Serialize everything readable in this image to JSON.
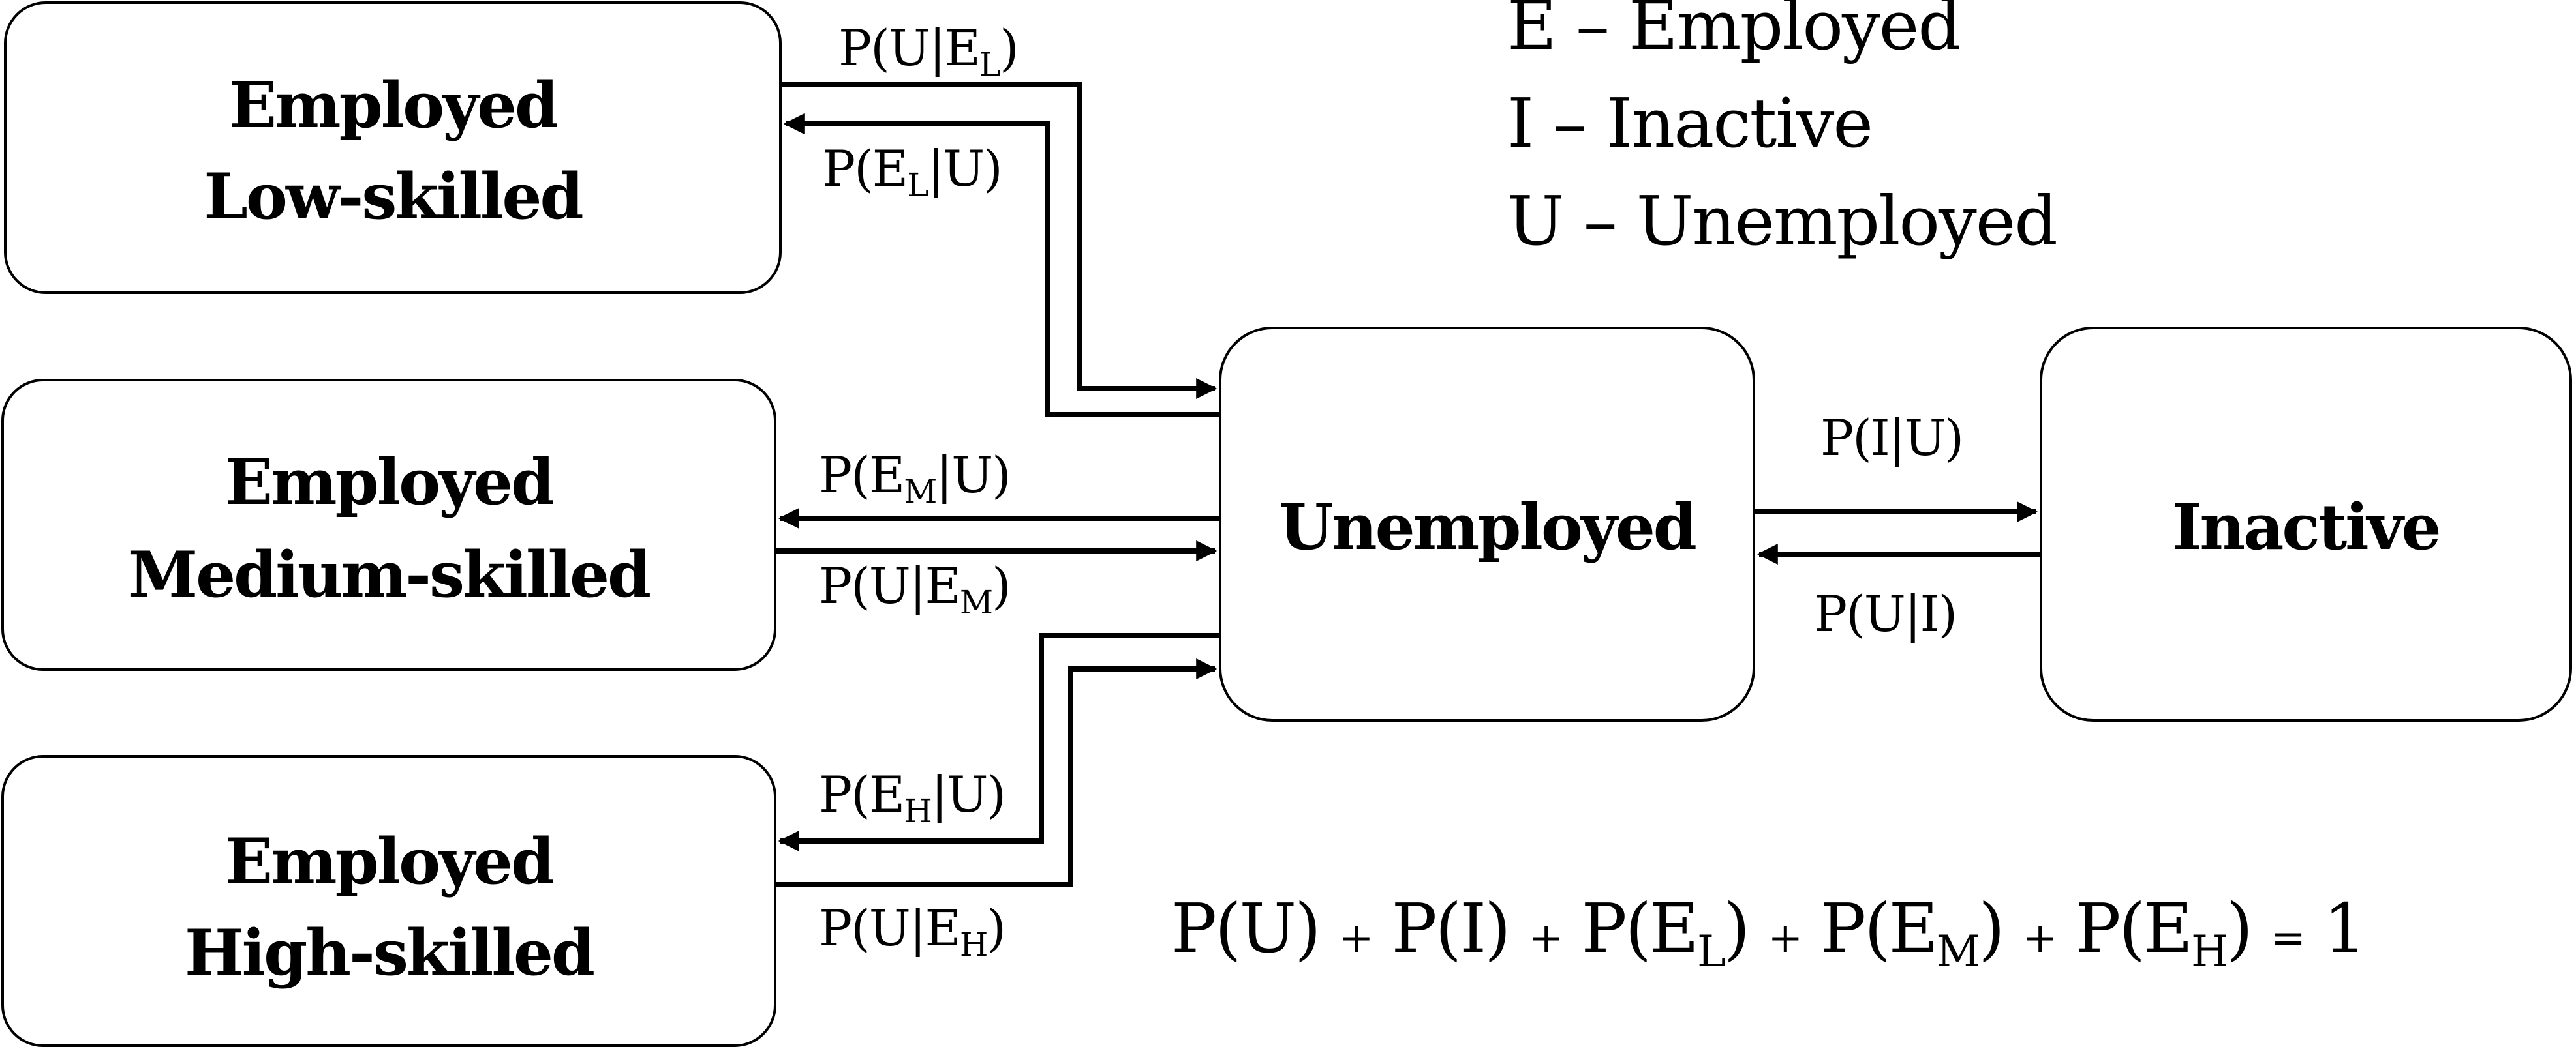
{
  "states": {
    "employed_low": {
      "line1": "Employed",
      "line2": "Low-skilled"
    },
    "employed_medium": {
      "line1": "Employed",
      "line2": "Medium-skilled"
    },
    "employed_high": {
      "line1": "Employed",
      "line2": "High-skilled"
    },
    "unemployed": {
      "label": "Unemployed"
    },
    "inactive": {
      "label": "Inactive"
    }
  },
  "transitions": {
    "u_given_el": {
      "base": "P(U|E",
      "sub": "L",
      "close": ")"
    },
    "el_given_u": {
      "base": "P(E",
      "sub": "L",
      "close": "|U)"
    },
    "em_given_u": {
      "base": "P(E",
      "sub": "M",
      "close": "|U)"
    },
    "u_given_em": {
      "base": "P(U|E",
      "sub": "M",
      "close": ")"
    },
    "eh_given_u": {
      "base": "P(E",
      "sub": "H",
      "close": "|U)"
    },
    "u_given_eh": {
      "base": "P(U|E",
      "sub": "H",
      "close": ")"
    },
    "i_given_u": {
      "label": "P(I|U)"
    },
    "u_given_i": {
      "label": "P(U|I)"
    }
  },
  "legend": {
    "employed": "E – Employed",
    "inactive": "I – Inactive",
    "unemployed": "U – Unemployed"
  },
  "equation": {
    "pu": "P(U)",
    "pi": "P(I)",
    "pel_base": "P(E",
    "pel_sub": "L",
    "pem_base": "P(E",
    "pem_sub": "M",
    "peh_base": "P(E",
    "peh_sub": "H",
    "close": ")",
    "plus": "+",
    "equals": "=",
    "rhs": "1"
  }
}
